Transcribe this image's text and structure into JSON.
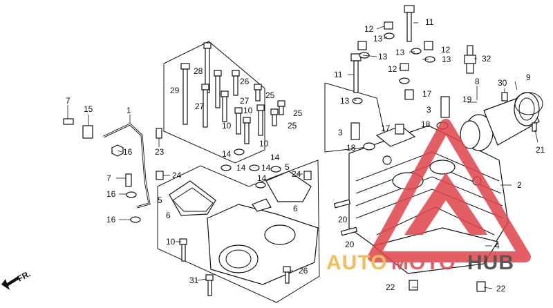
{
  "diagram": {
    "labels": {
      "l1": "1",
      "l2": "2",
      "l3a": "3",
      "l3b": "3",
      "l4": "4",
      "l5a": "5",
      "l5b": "5",
      "l6a": "6",
      "l6b": "6",
      "l7a": "7",
      "l7b": "7",
      "l8": "8",
      "l9": "9",
      "l10a": "10",
      "l10b": "10",
      "l10c": "10",
      "l10d": "10",
      "l11a": "11",
      "l11b": "11",
      "l12a": "12",
      "l12b": "12",
      "l12c": "12",
      "l13a": "13",
      "l13b": "13",
      "l13c": "13",
      "l13d": "13",
      "l13e": "13",
      "l14a": "14",
      "l14b": "14",
      "l14c": "14",
      "l14d": "14",
      "l14e": "14",
      "l15": "15",
      "l16a": "16",
      "l16b": "16",
      "l16c": "16",
      "l17a": "17",
      "l17b": "17",
      "l18a": "18",
      "l18b": "18",
      "l19": "19",
      "l20a": "20",
      "l20b": "20",
      "l21": "21",
      "l22a": "22",
      "l22b": "22",
      "l23": "23",
      "l24a": "24",
      "l24b": "24",
      "l25a": "25",
      "l25b": "25",
      "l25c": "25",
      "l26a": "26",
      "l26b": "26",
      "l27a": "27",
      "l27b": "27",
      "l28": "28",
      "l29": "29",
      "l30": "30",
      "l31": "31",
      "l32": "32"
    },
    "direction_label": "FR.",
    "watermark": {
      "word_part1": "AUTO",
      "word_part2": "MOTO",
      "word_part3": "HUB",
      "color_red": "#e0444a",
      "color_orange": "#f0b23a",
      "color_dark": "#3a3a3a"
    }
  }
}
